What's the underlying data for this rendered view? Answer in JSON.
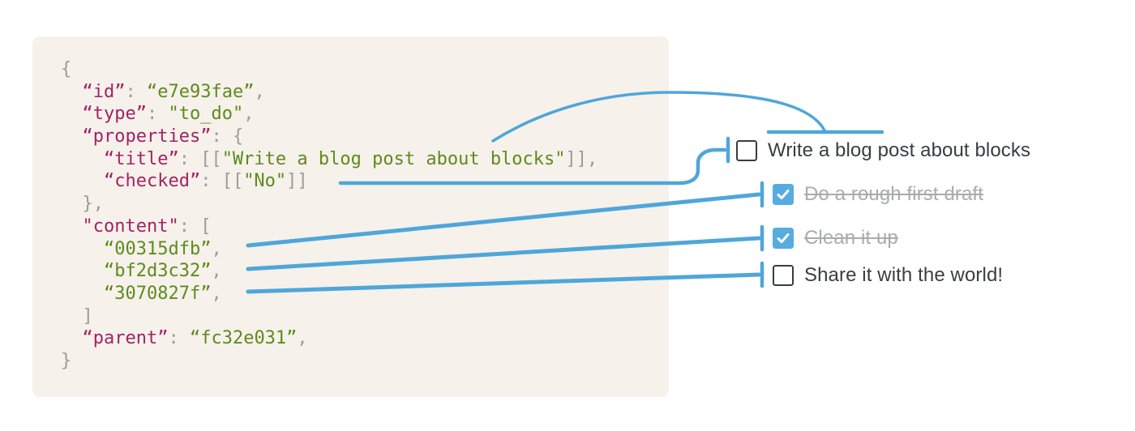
{
  "colors": {
    "connector_blue": "#4fa6da",
    "checkbox_blue": "#57acdf",
    "code_background": "#f6f1ea",
    "code_key": "#a12366",
    "code_string": "#5d8b1e",
    "code_punctuation": "#9c9c9a",
    "todo_text_dark": "#3a3d40",
    "todo_text_done_gray": "#a9abad"
  },
  "code_block": {
    "lines": [
      [
        {
          "t": "{",
          "c": "p"
        }
      ],
      [
        {
          "t": "  ",
          "c": "p"
        },
        {
          "t": "“id”",
          "c": "k"
        },
        {
          "t": ": ",
          "c": "p"
        },
        {
          "t": "“e7e93fae”",
          "c": "s"
        },
        {
          "t": ",",
          "c": "p"
        }
      ],
      [
        {
          "t": "  ",
          "c": "p"
        },
        {
          "t": "“type”",
          "c": "k"
        },
        {
          "t": ": ",
          "c": "p"
        },
        {
          "t": "\"to_do\"",
          "c": "s"
        },
        {
          "t": ",",
          "c": "p"
        }
      ],
      [
        {
          "t": "  ",
          "c": "p"
        },
        {
          "t": "“properties”",
          "c": "k"
        },
        {
          "t": ": {",
          "c": "p"
        }
      ],
      [
        {
          "t": "    ",
          "c": "p"
        },
        {
          "t": "“title”",
          "c": "k"
        },
        {
          "t": ": [[",
          "c": "p"
        },
        {
          "t": "\"Write a blog post about blocks\"",
          "c": "s"
        },
        {
          "t": "]],",
          "c": "p"
        }
      ],
      [
        {
          "t": "    ",
          "c": "p"
        },
        {
          "t": "“checked”",
          "c": "k"
        },
        {
          "t": ": [[",
          "c": "p"
        },
        {
          "t": "\"No\"",
          "c": "s"
        },
        {
          "t": "]]",
          "c": "p"
        }
      ],
      [
        {
          "t": "  ",
          "c": "p"
        },
        {
          "t": "},",
          "c": "p"
        }
      ],
      [
        {
          "t": "  ",
          "c": "p"
        },
        {
          "t": "\"content\"",
          "c": "k"
        },
        {
          "t": ": [",
          "c": "p"
        }
      ],
      [
        {
          "t": "    ",
          "c": "p"
        },
        {
          "t": "“00315dfb”",
          "c": "s"
        },
        {
          "t": ",",
          "c": "p"
        }
      ],
      [
        {
          "t": "    ",
          "c": "p"
        },
        {
          "t": "“bf2d3c32”",
          "c": "s"
        },
        {
          "t": ",",
          "c": "p"
        }
      ],
      [
        {
          "t": "    ",
          "c": "p"
        },
        {
          "t": "“3070827f”",
          "c": "s"
        },
        {
          "t": ",",
          "c": "p"
        }
      ],
      [
        {
          "t": "  ",
          "c": "p"
        },
        {
          "t": "]",
          "c": "p"
        }
      ],
      [
        {
          "t": "  ",
          "c": "p"
        },
        {
          "t": "“parent”",
          "c": "k"
        },
        {
          "t": ": ",
          "c": "p"
        },
        {
          "t": "“fc32e031”",
          "c": "s"
        },
        {
          "t": ",",
          "c": "p"
        }
      ],
      [
        {
          "t": "}",
          "c": "p"
        }
      ]
    ]
  },
  "todo_list": {
    "items": [
      {
        "label": "Write a blog post about blocks",
        "checked": false,
        "struck": false
      },
      {
        "label": "Do a rough first draft",
        "checked": true,
        "struck": true
      },
      {
        "label": "Clean it up",
        "checked": true,
        "struck": true
      },
      {
        "label": "Share it with the world!",
        "checked": false,
        "struck": false
      }
    ]
  },
  "icons": {
    "checkmark": "checkmark-icon",
    "checkbox_checked": "checkbox-checked-icon",
    "checkbox_unchecked": "checkbox-unchecked-icon"
  }
}
